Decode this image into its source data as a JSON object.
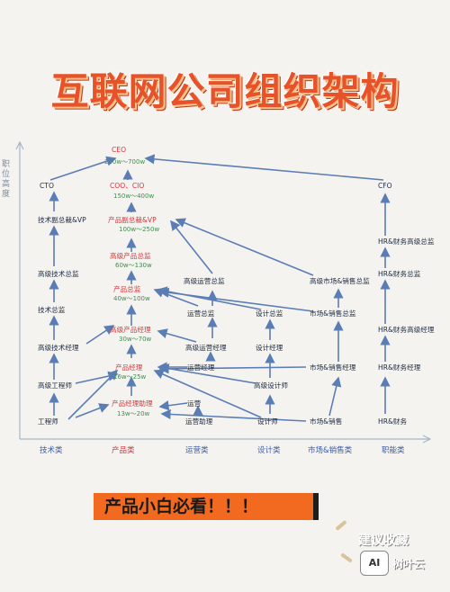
{
  "title": "互联网公司组织架构",
  "y_axis_label": "职位高度",
  "columns": [
    "技术类",
    "产品类",
    "运营类",
    "设计类",
    "市场&销售类",
    "职能类"
  ],
  "nodes": {
    "ceo": "CEO",
    "ceo_sal": "200w～700w",
    "cto": "CTO",
    "coo": "COO、CIO",
    "coo_sal": "150w～400w",
    "cfo": "CFO",
    "tech_vp": "技术副总裁&VP",
    "prod_vp": "产品副总裁&VP",
    "prod_vp_sal": "100w～250w",
    "hr_senior_dir": "HR&财务高级总监",
    "prod_senior_dir": "高级产品总监",
    "prod_senior_dir_sal": "60w～130w",
    "tech_senior_dir": "高级技术总监",
    "ops_senior_dir": "高级运营总监",
    "mkt_senior_dir": "高级市场&销售总监",
    "hr_dir": "HR&财务总监",
    "prod_dir": "产品总监",
    "prod_dir_sal": "40w～100w",
    "tech_dir": "技术总监",
    "ops_dir": "运营总监",
    "design_dir": "设计总监",
    "mkt_dir": "市场&销售总监",
    "prod_senior_mgr": "高级产品经理",
    "prod_senior_mgr_sal": "30w～70w",
    "tech_senior_mgr": "高级技术经理",
    "ops_senior_mgr": "高级运营经理",
    "design_mgr": "设计经理",
    "hr_senior_mgr": "HR&财务高级经理",
    "prod_mgr": "产品经理",
    "prod_mgr_sal": "16w～25w",
    "ops_mgr": "运营经理",
    "mkt_mgr": "市场&销售经理",
    "hr_mgr": "HR&财务经理",
    "senior_eng": "高级工程师",
    "senior_designer": "高级设计师",
    "prod_asst": "产品经理助理",
    "prod_asst_sal": "13w～20w",
    "ops": "运营",
    "engineer": "工程师",
    "ops_asst": "运营助理",
    "designer": "设计师",
    "mkt": "市场&销售",
    "hr": "HR&财务"
  },
  "banner": "产品小白必看！！！",
  "bookmark": "建议收藏",
  "ai_badge": "AI",
  "brand": "树叶云",
  "colors": {
    "title": "#e8522a",
    "arrow": "#5b7db6",
    "red_node": "#d8353b",
    "salary": "#3f8f4d",
    "banner": "#f26a1f"
  }
}
